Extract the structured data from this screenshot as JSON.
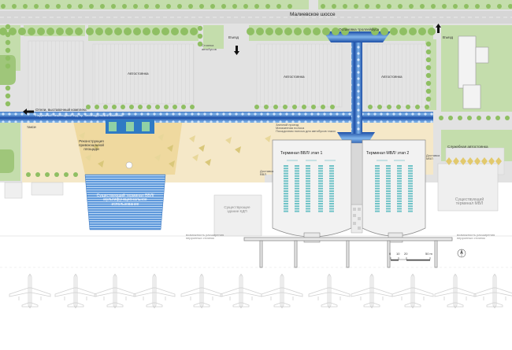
{
  "labels": {
    "highway": "Малиевское шоссе",
    "trolley_stop": "Остановка троллейбуса",
    "entry_left": "Въезд",
    "entry_right": "Въезд",
    "bus_parking_line1": "Стоянка",
    "bus_parking_line2": "автобусов",
    "parking_a": "Автостоянка",
    "parking_b": "Автостоянка",
    "parking_c": "Автостоянка",
    "hotels_line1": "Отели, выставочный комплекс",
    "hotels_line2": "Надземный пешеходный ход, пр. Зеленодольский комплекс",
    "taxi": "такси",
    "reconstruction": [
      "Реконструкция",
      "привокзальной",
      "площади"
    ],
    "terminal_vvl_1": "Терминал ВВЛ/ этап 1",
    "terminal_mvl_2": "Терминал МВЛ/ этап 2",
    "service_parking": "Служебная автостоянка",
    "existing_vvl": [
      "Существующий терминал ВВЛ/",
      "мультифункциональное",
      "использование"
    ],
    "existing_kdp": [
      "Существующее",
      "здание КДП"
    ],
    "existing_mvl": [
      "Существующий",
      "терминал МВЛ"
    ],
    "expansion_left": [
      "возможность расширения",
      "перронных стоянок"
    ],
    "expansion_right": [
      "возможность расширения",
      "перронных стоянок"
    ],
    "notes": [
      "Заезной проезд",
      "Магазинная полоса",
      "Посадочная полоса для автобусов такси"
    ],
    "dostavka_vvl": [
      "Доставка",
      "ВВЛ"
    ],
    "dostavka_mvl": [
      "Доставка",
      "МВЛ"
    ]
  },
  "scale_bar": {
    "ticks": [
      "0",
      "10",
      "20",
      "50 m"
    ]
  },
  "icons": {
    "left_arrow": "arrow-left-icon",
    "down_arrow": "arrow-down-icon",
    "up_arrow": "arrow-up-icon",
    "north": "north-arrow-icon"
  },
  "colors": {
    "road": "#dcdcdc",
    "green": "#c2dca9",
    "tree": "#8fbf63",
    "parking": "#e3e3e3",
    "plaza": "#f5e7c6",
    "glass": "#2f75c9",
    "terminal": "#f1f1f1",
    "aircraft": "#d0d0d0"
  }
}
